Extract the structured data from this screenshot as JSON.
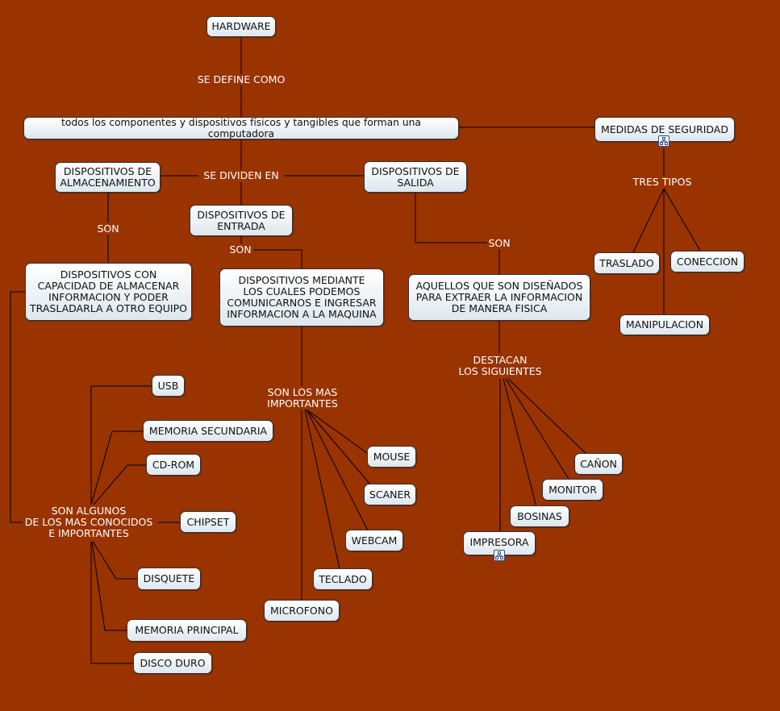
{
  "nodes": {
    "hardware": "HARDWARE",
    "definicion": "todos los componentes y dispositivos físicos y tangibles que forman una computadora",
    "almacenamiento": [
      "DISPOSITIVOS DE",
      "ALMACENAMIENTO"
    ],
    "salida": [
      "DISPOSITIVOS DE",
      "SALIDA"
    ],
    "entrada": [
      "DISPOSITIVOS DE",
      "ENTRADA"
    ],
    "seguridad": "MEDIDAS DE SEGURIDAD",
    "almac_desc": [
      "DISPOSITIVOS CON",
      "CAPACIDAD DE ALMACENAR",
      "INFORMACION Y PODER",
      "TRASLADARLA A OTRO EQUIPO"
    ],
    "entrada_desc": [
      "DISPOSITIVOS MEDIANTE",
      "LOS CUALES PODEMOS",
      "COMUNICARNOS E INGRESAR",
      "INFORMACION A LA MAQUINA"
    ],
    "salida_desc": [
      "AQUELLOS QUE SON DISEÑADOS",
      "PARA EXTRAER LA INFORMACION",
      "DE MANERA FISICA"
    ],
    "traslado": "TRASLADO",
    "coneccion": "CONECCION",
    "manipulacion": "MANIPULACION",
    "usb": "USB",
    "memoria_secundaria": "MEMORIA SECUNDARIA",
    "cdrom": "CD-ROM",
    "chipset": "CHIPSET",
    "disquete": "DISQUETE",
    "memoria_principal": "MEMORIA PRINCIPAL",
    "disco_duro": "DISCO DURO",
    "mouse": "MOUSE",
    "scaner": "SCANER",
    "webcam": "WEBCAM",
    "teclado": "TECLADO",
    "microfono": "MICROFONO",
    "canon": "CAÑON",
    "monitor": "MONITOR",
    "bosinas": "BOSINAS",
    "impresora": "IMPRESORA"
  },
  "labels": {
    "se_define_como": "SE DEFINE COMO",
    "se_dividen_en": "SE DIVIDEN EN",
    "son_almac": "SON",
    "son_entrada": "SON",
    "son_salida": "SON",
    "tres_tipos": "TRES TIPOS",
    "son_los_mas": [
      "SON LOS MAS",
      "IMPORTANTES"
    ],
    "destacan": [
      "DESTACAN",
      "LOS SIGUIENTES"
    ],
    "son_algunos": [
      "SON ALGUNOS",
      "DE LOS MAS CONOCIDOS",
      "E IMPORTANTES"
    ]
  },
  "colors": {
    "background": "#993300",
    "node_fill": "#ffffff",
    "node_border": "#333333",
    "link_text": "#ffffff"
  },
  "icons": {
    "seguridad_badge": "concept-map-icon",
    "impresora_badge": "concept-map-icon"
  }
}
